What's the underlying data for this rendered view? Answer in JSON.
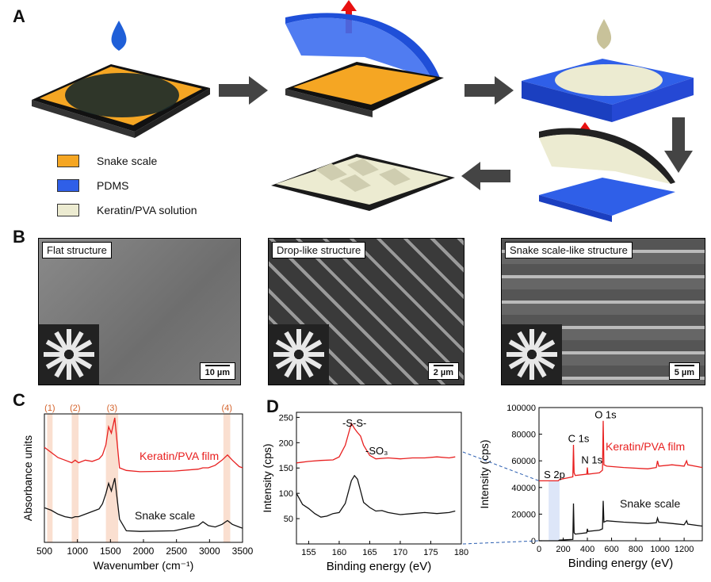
{
  "panels": {
    "a": "A",
    "b": "B",
    "c": "C",
    "d": "D"
  },
  "legend": [
    {
      "label": "Snake scale",
      "color": "#f5a623"
    },
    {
      "label": "PDMS",
      "color": "#2f5fe8"
    },
    {
      "label": "Keratin/PVA solution",
      "color": "#ecebd1"
    }
  ],
  "sem": [
    {
      "title": "Flat structure",
      "scale": "10 µm"
    },
    {
      "title": "Drop-like structure",
      "scale": "2 µm"
    },
    {
      "title": "Snake scale-like structure",
      "scale": "5 µm"
    }
  ],
  "chart_data": [
    {
      "type": "line",
      "panel": "C",
      "xlabel": "Wavenumber (cm⁻¹)",
      "ylabel": "Absorbance units",
      "xlim": [
        600,
        3500
      ],
      "xticks": [
        500,
        1000,
        1500,
        2000,
        2500,
        3000,
        3500
      ],
      "bands": [
        "(1)",
        "(2)",
        "(3)",
        "(4)"
      ],
      "series": [
        {
          "name": "Keratin/PVA film",
          "color": "#e82020",
          "x": [
            600,
            700,
            800,
            900,
            1000,
            1050,
            1100,
            1200,
            1300,
            1400,
            1450,
            1500,
            1540,
            1580,
            1630,
            1660,
            1700,
            1800,
            2000,
            2500,
            2850,
            2920,
            3000,
            3100,
            3200,
            3280,
            3350,
            3450,
            3500
          ],
          "y": [
            0.74,
            0.7,
            0.66,
            0.64,
            0.62,
            0.64,
            0.62,
            0.64,
            0.63,
            0.65,
            0.68,
            0.76,
            0.9,
            0.85,
            0.97,
            0.8,
            0.58,
            0.56,
            0.55,
            0.555,
            0.57,
            0.58,
            0.58,
            0.6,
            0.64,
            0.68,
            0.64,
            0.59,
            0.58
          ]
        },
        {
          "name": "Snake scale",
          "color": "#111111",
          "x": [
            600,
            700,
            800,
            900,
            1000,
            1050,
            1100,
            1200,
            1300,
            1400,
            1450,
            1500,
            1540,
            1580,
            1630,
            1660,
            1700,
            1800,
            2000,
            2500,
            2850,
            2920,
            3000,
            3100,
            3200,
            3280,
            3350,
            3450,
            3500
          ],
          "y": [
            0.27,
            0.25,
            0.22,
            0.2,
            0.19,
            0.2,
            0.2,
            0.22,
            0.24,
            0.26,
            0.3,
            0.38,
            0.46,
            0.4,
            0.5,
            0.36,
            0.18,
            0.09,
            0.085,
            0.09,
            0.13,
            0.16,
            0.13,
            0.12,
            0.14,
            0.17,
            0.14,
            0.12,
            0.11
          ]
        }
      ]
    },
    {
      "type": "line",
      "panel": "D-left",
      "xlabel": "Binding energy (eV)",
      "ylabel": "Intensity (cps)",
      "xlim": [
        153,
        180
      ],
      "ylim": [
        0,
        260
      ],
      "xticks": [
        155,
        160,
        165,
        170,
        175,
        180
      ],
      "yticks": [
        50,
        100,
        150,
        200,
        250
      ],
      "annotations": [
        "-S-S-",
        "-SO₃"
      ],
      "series": [
        {
          "name": "",
          "color": "#e82020",
          "x": [
            153,
            155,
            157,
            159,
            160,
            161,
            162,
            162.5,
            163,
            163.5,
            164,
            165,
            166,
            168,
            170,
            172,
            174,
            176,
            178,
            179
          ],
          "y": [
            160,
            163,
            165,
            166,
            172,
            195,
            238,
            228,
            220,
            213,
            195,
            175,
            168,
            170,
            168,
            170,
            170,
            172,
            170,
            172
          ]
        },
        {
          "name": "",
          "color": "#111111",
          "x": [
            153,
            154,
            155,
            156,
            157,
            158,
            159,
            160,
            161,
            162,
            162.5,
            163,
            163.5,
            164,
            165,
            166,
            167,
            168,
            170,
            172,
            174,
            176,
            178,
            179
          ],
          "y": [
            100,
            78,
            70,
            60,
            53,
            55,
            60,
            62,
            80,
            125,
            135,
            128,
            105,
            82,
            72,
            65,
            66,
            62,
            58,
            60,
            62,
            60,
            62,
            65
          ]
        }
      ]
    },
    {
      "type": "line",
      "panel": "D-right",
      "xlabel": "Binding energy (eV)",
      "ylabel": "Intensity (cps)",
      "xlim": [
        0,
        1350
      ],
      "ylim": [
        0,
        100000
      ],
      "xticks": [
        0,
        200,
        400,
        600,
        800,
        1000,
        1200
      ],
      "yticks": [
        0,
        20000,
        40000,
        60000,
        80000,
        100000
      ],
      "annotations": [
        "S 2p",
        "C 1s",
        "N 1s",
        "O 1s"
      ],
      "series": [
        {
          "name": "Keratin/PVA film",
          "color": "#e82020",
          "x": [
            0,
            160,
            170,
            280,
            285,
            290,
            300,
            395,
            400,
            405,
            500,
            525,
            531,
            537,
            560,
            700,
            900,
            970,
            980,
            990,
            1100,
            1200,
            1220,
            1230,
            1350
          ],
          "y": [
            45000,
            45000,
            46000,
            48000,
            72000,
            51000,
            49000,
            50000,
            55000,
            50000,
            51000,
            53000,
            90000,
            57000,
            56000,
            55000,
            54000,
            55000,
            60000,
            56000,
            57000,
            56000,
            60000,
            57000,
            55000
          ]
        },
        {
          "name": "Snake scale",
          "color": "#111111",
          "x": [
            0,
            160,
            170,
            280,
            285,
            290,
            300,
            395,
            400,
            405,
            500,
            525,
            531,
            537,
            560,
            700,
            900,
            970,
            980,
            990,
            1100,
            1200,
            1220,
            1230,
            1350
          ],
          "y": [
            0,
            0,
            500,
            1000,
            28000,
            6000,
            5000,
            6000,
            9000,
            7000,
            8000,
            9000,
            30000,
            14000,
            15000,
            14000,
            13000,
            13500,
            17000,
            14000,
            13000,
            12000,
            15000,
            12500,
            11000
          ]
        }
      ]
    }
  ]
}
